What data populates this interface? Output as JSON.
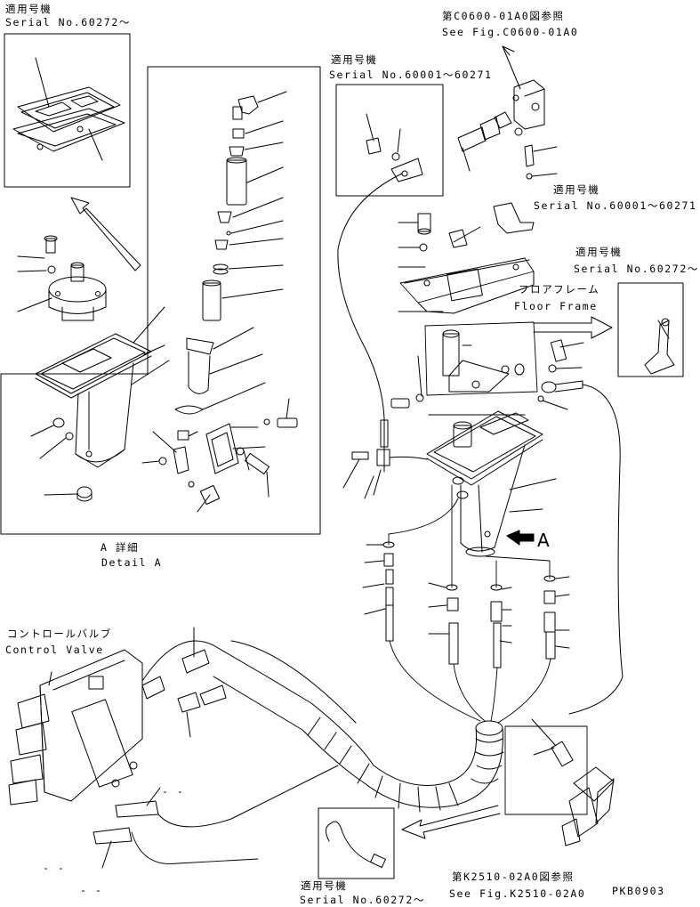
{
  "labels": {
    "top_left_applicable_jp": "適用号機",
    "top_left_serial": "Serial No.60272～",
    "ref_top_jp": "第C0600-01A0図参照",
    "ref_top_en": "See Fig.C0600-01A0",
    "mid_applicable_jp": "適用号機",
    "mid_serial": "Serial No.60001～60271",
    "right_applicable_jp": "適用号機",
    "right_serial": "Serial No.60001～60271",
    "right2_applicable_jp": "適用号機",
    "right2_serial": "Serial No.60272～",
    "floor_frame_jp": "フロアフレーム",
    "floor_frame_en": "Floor Frame",
    "arrow_a": "A",
    "detail_jp": "A 詳細",
    "detail_en": "Detail A",
    "control_valve_jp": "コントロールバルブ",
    "control_valve_en": "Control Valve",
    "ref_bottom_jp": "第K2510-02A0図参照",
    "ref_bottom_en": "See Fig.K2510-02A0",
    "bottom_applicable_jp": "適用号機",
    "bottom_serial": "Serial No.60272～",
    "drawing_code": "PKB0903",
    "dash_a": "- -",
    "dash_b": "- -",
    "dash_c": "- -"
  },
  "colors": {
    "ink": "#000000",
    "paper": "#ffffff"
  }
}
